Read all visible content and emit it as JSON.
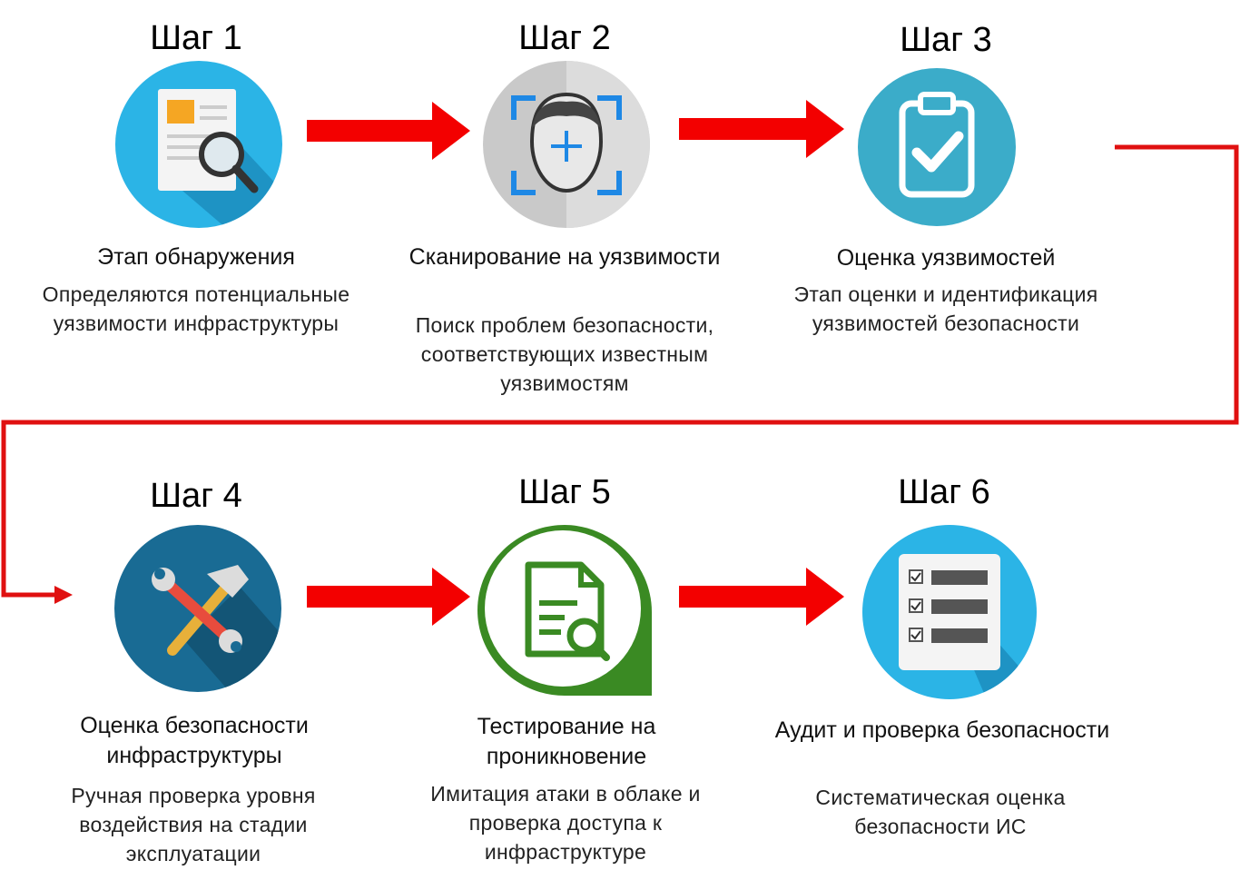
{
  "steps": [
    {
      "title": "Шаг 1",
      "heading": "Этап обнаружения",
      "description": "Определяются потенциальные уязвимости инфраструктуры",
      "icon": "document-search-icon"
    },
    {
      "title": "Шаг 2",
      "heading": "Сканирование на уязвимости",
      "description": "Поиск проблем безопасности, соответствующих известным уязвимостям",
      "icon": "face-scan-icon"
    },
    {
      "title": "Шаг 3",
      "heading": "Оценка уязвимостей",
      "description": "Этап оценки и идентификация уязвимостей безопасности",
      "icon": "clipboard-check-icon"
    },
    {
      "title": "Шаг 4",
      "heading": "Оценка безопасности инфраструктуры",
      "description": "Ручная проверка уровня воздействия на стадии эксплуатации",
      "icon": "tools-icon"
    },
    {
      "title": "Шаг 5",
      "heading": "Тестирование на проникновение",
      "description": "Имитация атаки в облаке и проверка доступа к инфраструктуре",
      "icon": "file-search-icon"
    },
    {
      "title": "Шаг 6",
      "heading": "Аудит и проверка безопасности",
      "description": "Систематическая оценка безопасности ИС",
      "icon": "checklist-icon"
    }
  ],
  "colors": {
    "arrow": "#f30000",
    "connector": "#e01010"
  }
}
